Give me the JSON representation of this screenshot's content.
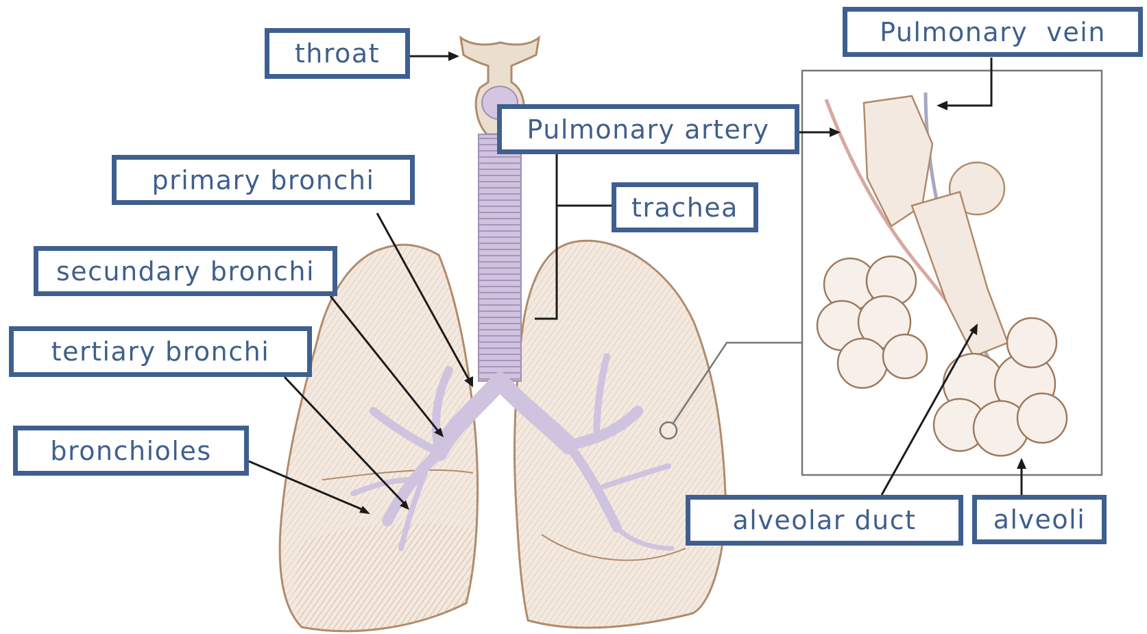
{
  "labels": {
    "throat": "throat",
    "pulmonary_vein": "Pulmonary  vein",
    "pulmonary_artery": "Pulmonary artery",
    "primary_bronchi": "primary bronchi",
    "trachea": "trachea",
    "secundary_bronchi": "secundary bronchi",
    "tertiary_bronchi": "tertiary bronchi",
    "bronchioles": "bronchioles",
    "alveolar_duct": "alveolar duct",
    "alveoli": "alveoli"
  },
  "colors": {
    "label_border": "#3e5f8f",
    "label_text": "#3f5f8c",
    "lung_fill": "#f3e9e0",
    "lung_outline": "#b08a6a",
    "airway_fill": "#cfc3df",
    "leader_line": "#1b1b1b"
  }
}
